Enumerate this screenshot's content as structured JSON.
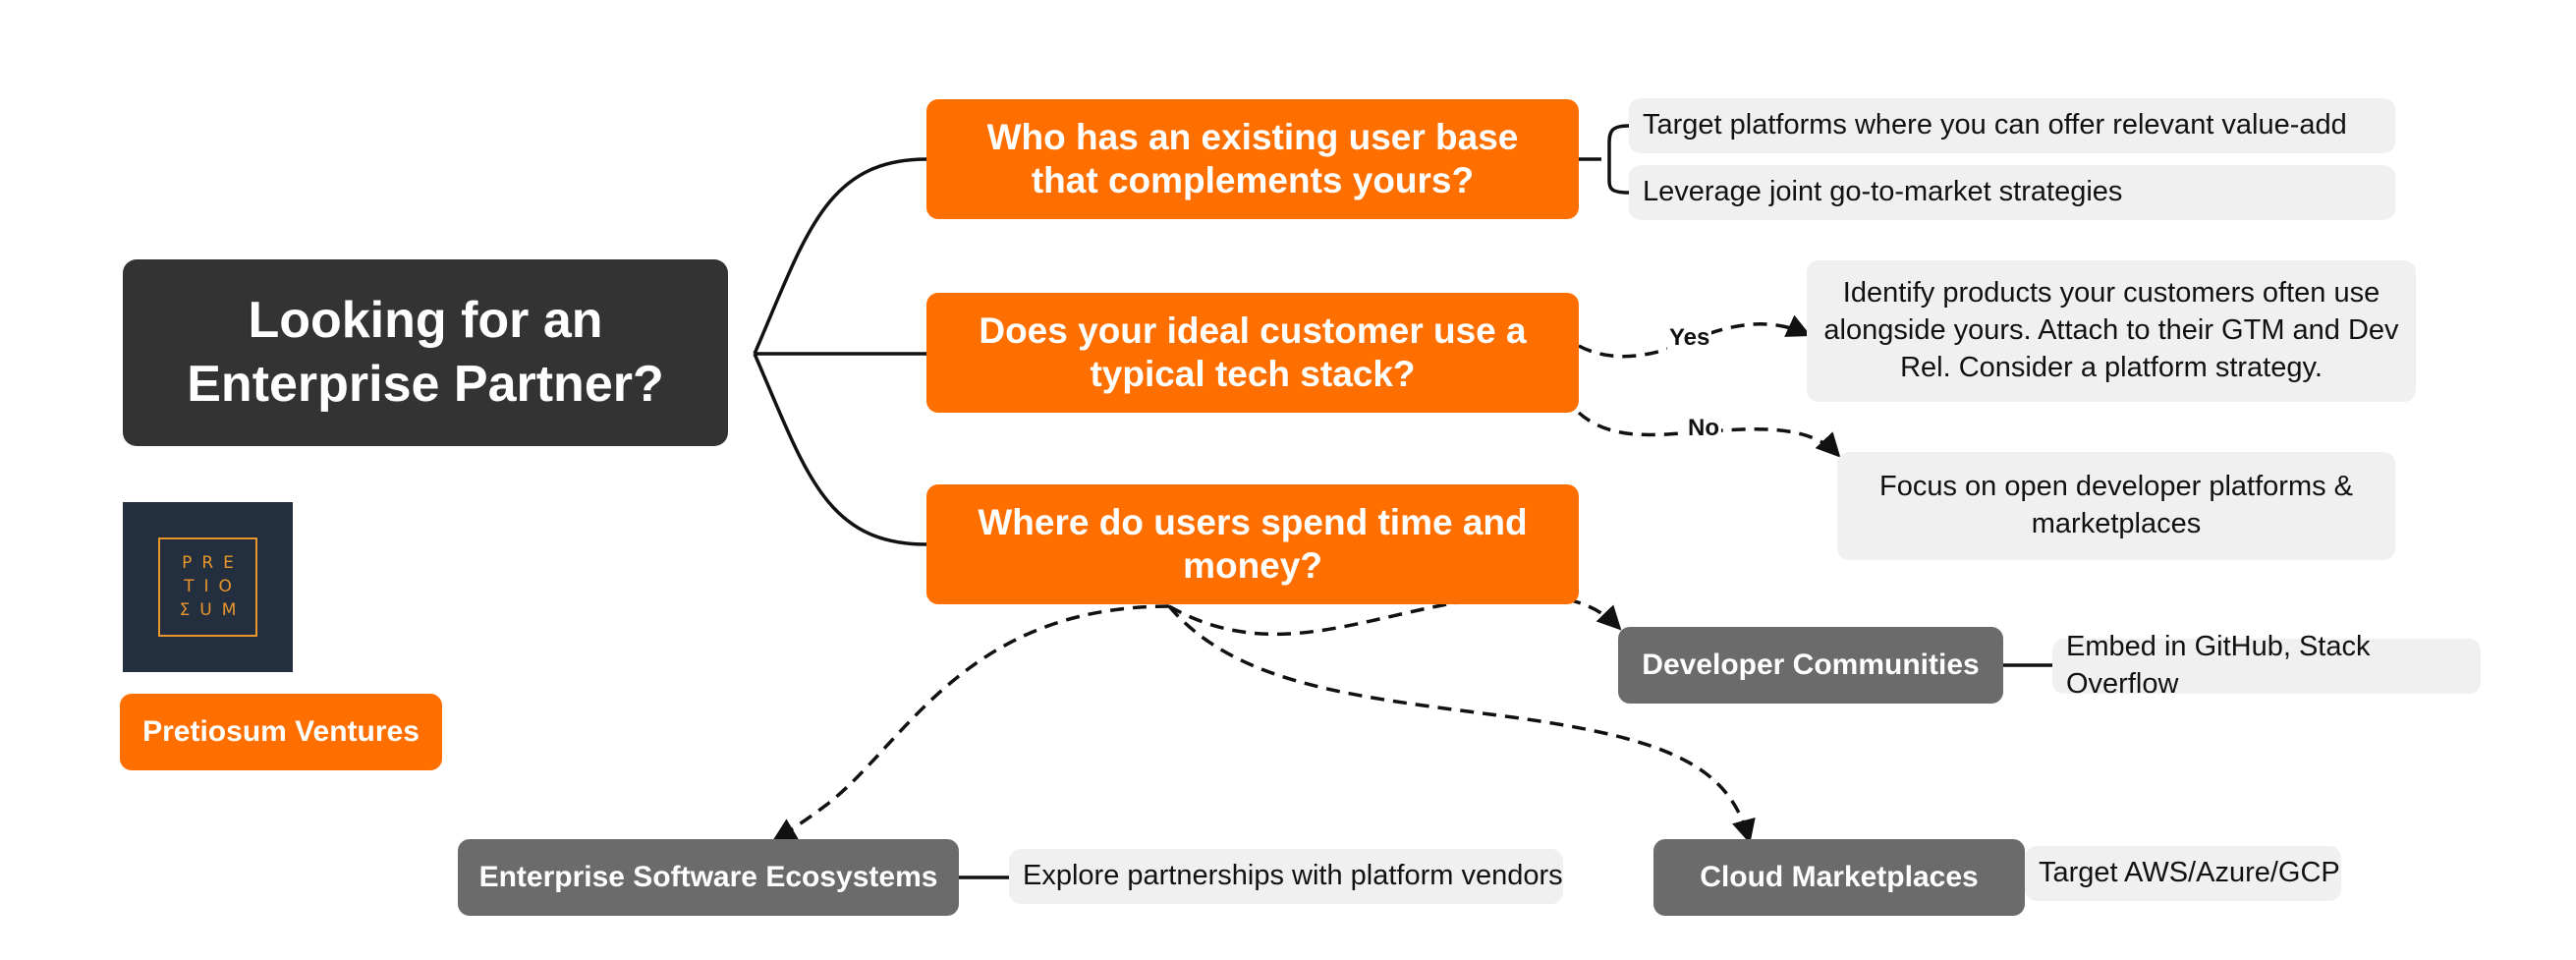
{
  "root": {
    "title": "Looking for an Enterprise Partner?"
  },
  "brand": {
    "name": "Pretiosum Ventures",
    "logo_lines": [
      "PRE",
      "TIO",
      "ΣUM"
    ]
  },
  "questions": [
    {
      "text": "Who has an existing user base that complements yours?",
      "answers": [
        "Target platforms where you can offer relevant value-add",
        "Leverage joint go-to-market strategies"
      ]
    },
    {
      "text": "Does your ideal customer use a typical tech stack?",
      "branches": [
        {
          "label": "Yes",
          "text": "Identify products your customers often use alongside yours. Attach to their GTM and Dev Rel. Consider a platform strategy."
        },
        {
          "label": "No",
          "text": "Focus on open developer platforms & marketplaces"
        }
      ]
    },
    {
      "text": "Where do users spend time and money?",
      "channels": [
        {
          "name": "Developer Communities",
          "action": "Embed in GitHub, Stack Overflow"
        },
        {
          "name": "Enterprise Software Ecosystems",
          "action": "Explore partnerships with platform vendors"
        },
        {
          "name": "Cloud Marketplaces",
          "action": "Target AWS/Azure/GCP"
        }
      ]
    }
  ],
  "colors": {
    "accent": "#ff6f00",
    "dark": "#333333",
    "category": "#6b6b6b",
    "leaf": "#f0f0f0",
    "logo_bg": "#232f3e",
    "logo_gold": "#e8952b"
  }
}
